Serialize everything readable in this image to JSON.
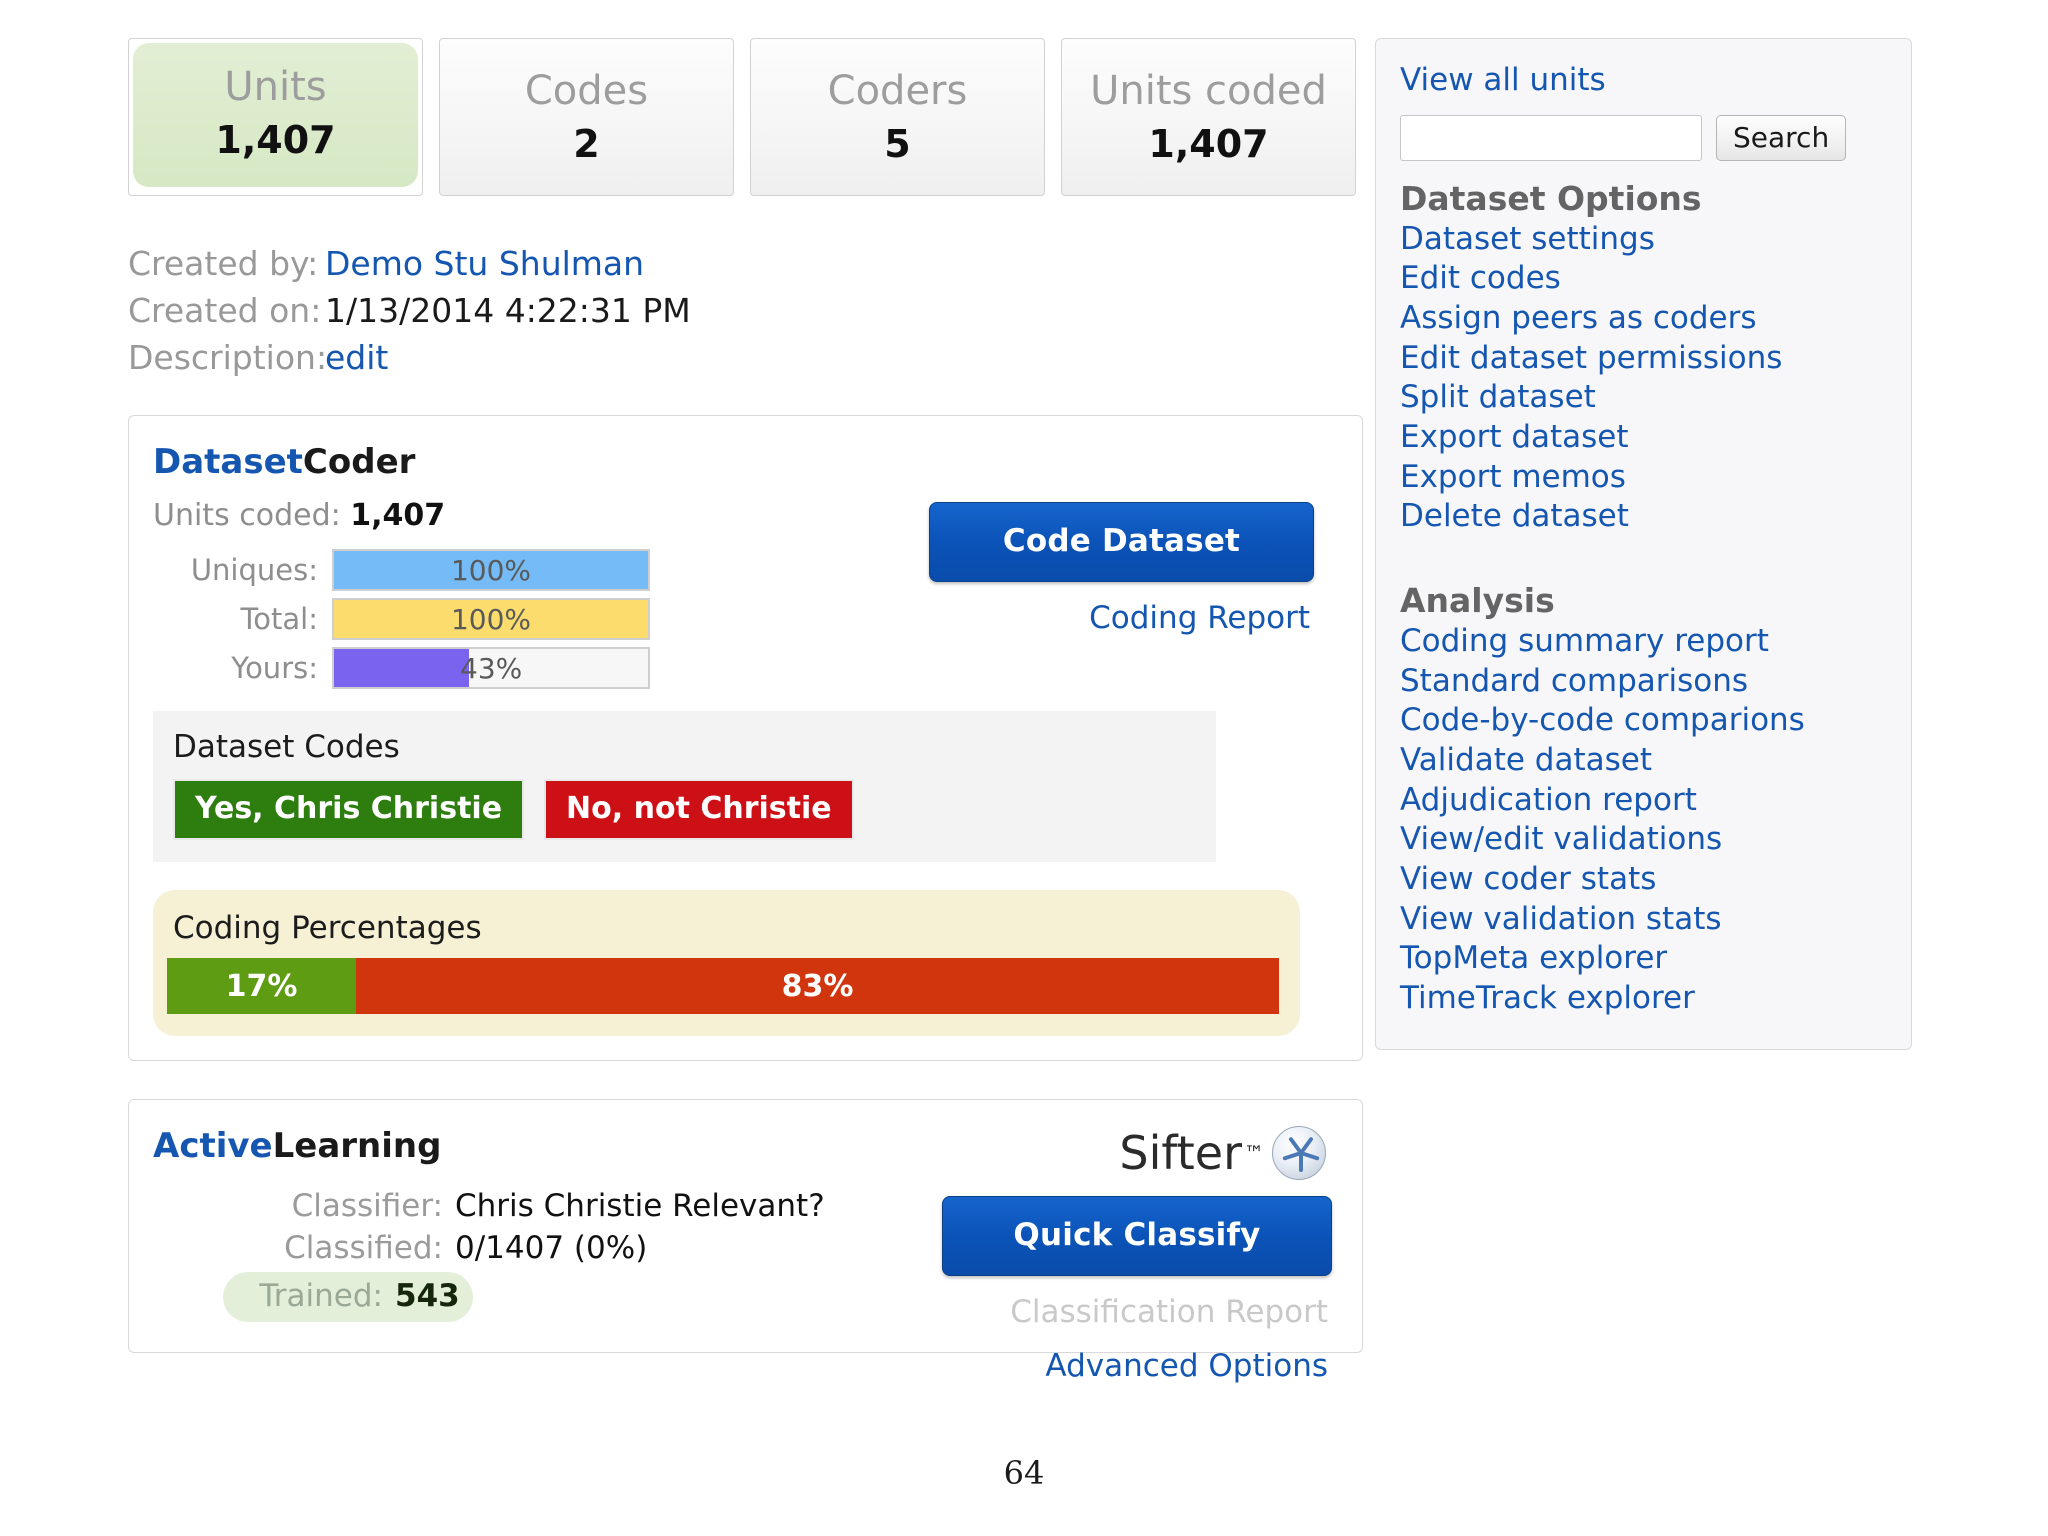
{
  "stats": [
    {
      "label": "Units",
      "value": "1,407",
      "active": true
    },
    {
      "label": "Codes",
      "value": "2",
      "active": false
    },
    {
      "label": "Coders",
      "value": "5",
      "active": false
    },
    {
      "label": "Units coded",
      "value": "1,407",
      "active": false
    }
  ],
  "meta": {
    "created_by_label": "Created by:",
    "created_by_value": "Demo Stu Shulman",
    "created_on_label": "Created on:",
    "created_on_value": "1/13/2014 4:22:31 PM",
    "description_label": "Description:",
    "description_value": "edit"
  },
  "dataset_coder": {
    "title_accent": "Dataset",
    "title_plain": "Coder",
    "units_coded_label": "Units coded:",
    "units_coded_value": "1,407",
    "bars": [
      {
        "label": "Uniques:",
        "percent_text": "100%",
        "percent": 100,
        "color": "blue"
      },
      {
        "label": "Total:",
        "percent_text": "100%",
        "percent": 100,
        "color": "yellow"
      },
      {
        "label": "Yours:",
        "percent_text": "43%",
        "percent": 43,
        "color": "purple"
      }
    ],
    "code_dataset_button": "Code Dataset",
    "coding_report_link": "Coding Report",
    "codes_title": "Dataset Codes",
    "codes": [
      {
        "label": "Yes, Chris Christie",
        "color": "green"
      },
      {
        "label": "No, not Christie",
        "color": "red"
      }
    ],
    "coding_percentages_title": "Coding Percentages"
  },
  "chart_data": {
    "type": "bar",
    "title": "Coding Percentages",
    "orientation": "horizontal-stacked",
    "categories": [
      "Yes, Chris Christie",
      "No, not Christie"
    ],
    "values": [
      17,
      83
    ],
    "labels": [
      "17%",
      "83%"
    ],
    "colors": [
      "#5e9c14",
      "#d0350e"
    ],
    "xlabel": "",
    "ylabel": "",
    "xlim": [
      0,
      100
    ],
    "grid": false,
    "legend": "none"
  },
  "active_learning": {
    "title_accent": "Active",
    "title_plain": "Learning",
    "brand_word": "Sifter",
    "brand_tm": "™",
    "classifier_label": "Classifier:",
    "classifier_value": "Chris Christie Relevant?",
    "classified_label": "Classified:",
    "classified_value": "0/1407 (0%)",
    "trained_label": "Trained:",
    "trained_value": "543",
    "quick_classify_button": "Quick Classify",
    "classification_report_link": "Classification Report",
    "advanced_options_link": "Advanced Options"
  },
  "sidebar": {
    "view_all_units": "View all units",
    "search_value": "",
    "search_placeholder": "",
    "search_button": "Search",
    "dataset_options_heading": "Dataset Options",
    "dataset_options": [
      "Dataset settings",
      "Edit codes",
      "Assign peers as coders",
      "Edit dataset permissions",
      "Split dataset",
      "Export dataset",
      "Export memos",
      "Delete dataset"
    ],
    "analysis_heading": "Analysis",
    "analysis_items": [
      "Coding summary report",
      "Standard comparisons",
      "Code-by-code comparions",
      "Validate dataset",
      "Adjudication report",
      "View/edit validations",
      "View coder stats",
      "View validation stats",
      "TopMeta explorer",
      "TimeTrack explorer"
    ]
  },
  "footer": {
    "page_number": "64"
  }
}
